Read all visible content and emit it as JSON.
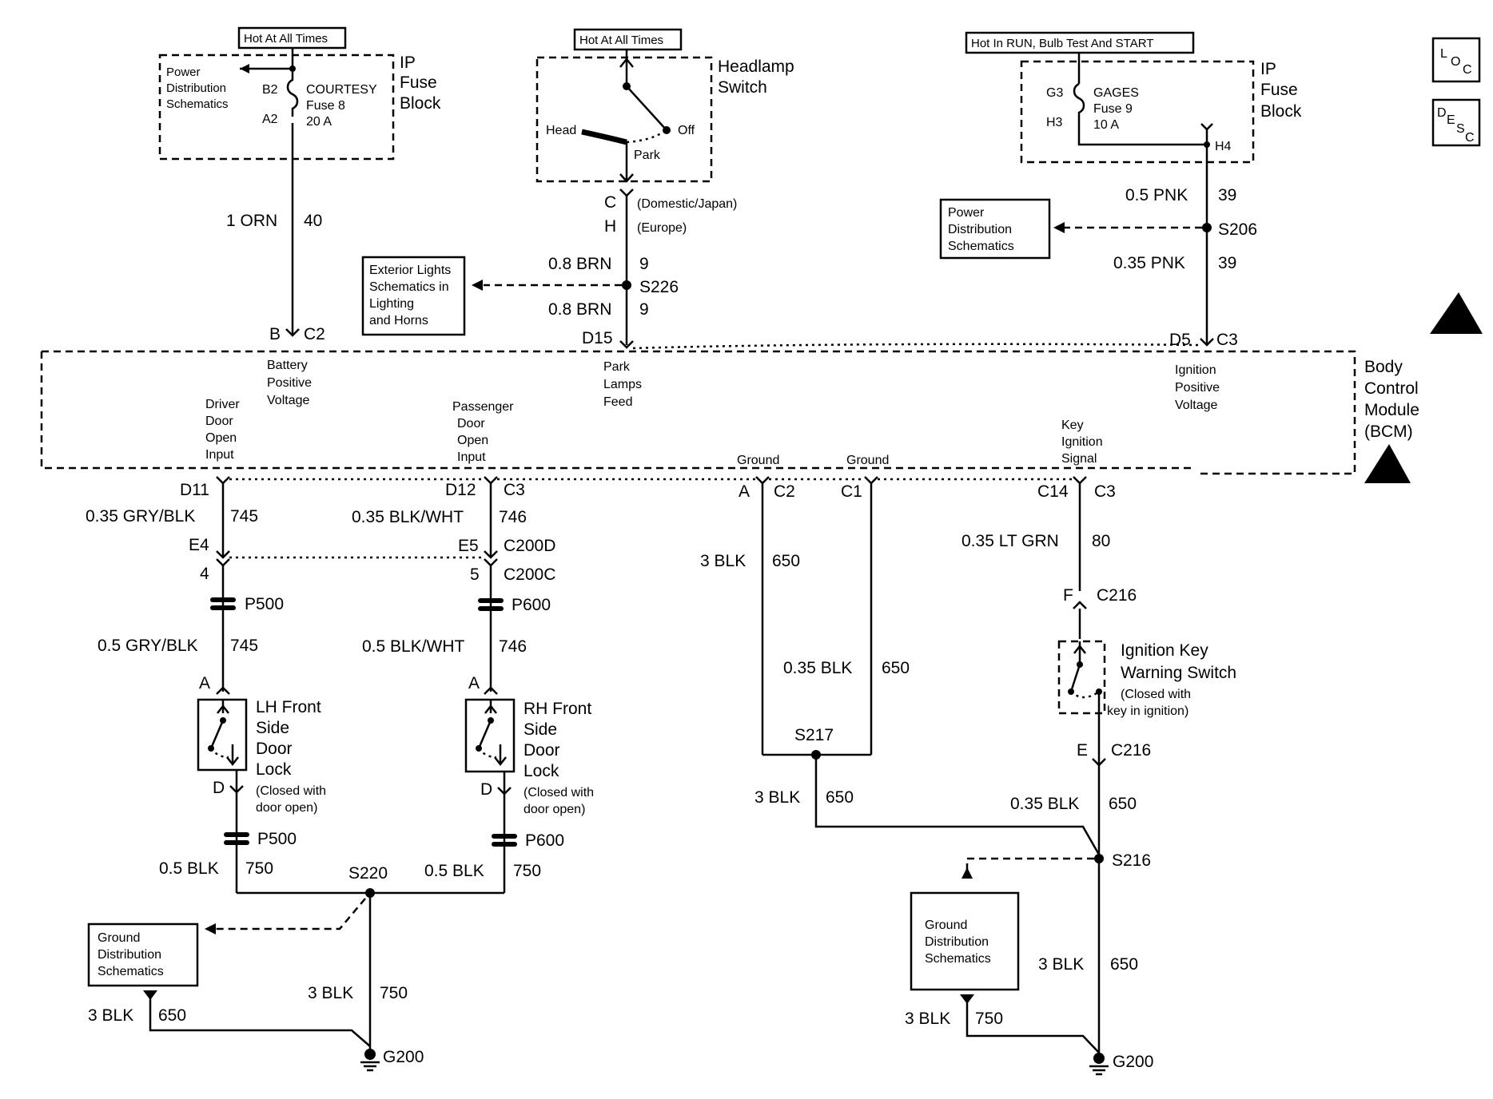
{
  "hot_labels": {
    "courtesy": "Hot At All Times",
    "headlamp": "Hot At All Times",
    "gages": "Hot In RUN, Bulb Test And START"
  },
  "ip_fuse_block": {
    "line1": "IP",
    "line2": "Fuse",
    "line3": "Block"
  },
  "courtesy_fuse": {
    "upper_pin": "B2",
    "lower_pin": "A2",
    "name": "COURTESY",
    "fuse": "Fuse 8",
    "rating": "20 A"
  },
  "gages_fuse": {
    "upper_pin": "G3",
    "lower_pin": "H3",
    "name": "GAGES",
    "fuse": "Fuse 9",
    "rating": "10 A",
    "out_pin": "H4"
  },
  "power_distribution": {
    "line1": "Power",
    "line2": "Distribution",
    "line3": "Schematics"
  },
  "headlamp_switch": {
    "line1": "Headlamp",
    "line2": "Switch",
    "head": "Head",
    "off": "Off",
    "park": "Park"
  },
  "headlamp_conn": {
    "c": "C",
    "c_note": "(Domestic/Japan)",
    "h": "H",
    "h_note": "(Europe)"
  },
  "exterior_ref": {
    "line1": "Exterior Lights",
    "line2": "Schematics in",
    "line3": "Lighting",
    "line4": "and Horns"
  },
  "wires": {
    "orn": "1 ORN",
    "orn_circuit": "40",
    "brn_upper": "0.8 BRN",
    "brn_upper_circuit": "9",
    "splice_s226": "S226",
    "brn_lower": "0.8 BRN",
    "brn_lower_circuit": "9",
    "pnk_upper": "0.5 PNK",
    "pnk_upper_circuit": "39",
    "splice_s206": "S206",
    "pnk_lower": "0.35 PNK",
    "pnk_lower_circuit": "39",
    "gry_upper": "0.35 GRY/BLK",
    "gry_upper_circuit": "745",
    "wht_upper": "0.35 BLK/WHT",
    "wht_upper_circuit": "746",
    "gry_lower": "0.5 GRY/BLK",
    "gry_lower_circuit": "745",
    "wht_lower": "0.5 BLK/WHT",
    "wht_lower_circuit": "746",
    "blk_ground_a": "3 BLK",
    "blk_ground_a_circuit": "650",
    "blk_ground_c1": "0.35 BLK",
    "blk_ground_c1_circuit": "650",
    "splice_s217": "S217",
    "blk_s217": "3 BLK",
    "blk_s217_circuit": "650",
    "grn": "0.35 LT GRN",
    "grn_circuit": "80",
    "blk_ign": "0.35 BLK",
    "blk_ign_circuit": "650",
    "splice_s216": "S216",
    "blk_s216": "3 BLK",
    "blk_s216_circuit": "650",
    "blk_lh": "0.5 BLK",
    "blk_lh_circuit": "750",
    "blk_rh": "0.5 BLK",
    "blk_rh_circuit": "750",
    "splice_s220": "S220",
    "blk_s220": "3 BLK",
    "blk_s220_circuit": "750",
    "blk_left_gnd": "3 BLK",
    "blk_left_gnd_circuit": "650",
    "blk_right_gnd": "3 BLK",
    "blk_right_gnd_circuit": "750"
  },
  "bcm": {
    "line1": "Body",
    "line2": "Control",
    "line3": "Module",
    "line4": "(BCM)",
    "b_pin": "B",
    "b_conn": "C2",
    "d15": "D15",
    "d5": "D5",
    "d5_conn": "C3",
    "batt1": "Battery",
    "batt2": "Positive",
    "batt3": "Voltage",
    "park1": "Park",
    "park2": "Lamps",
    "park3": "Feed",
    "ign1": "Ignition",
    "ign2": "Positive",
    "ign3": "Voltage",
    "drv1": "Driver",
    "drv2": "Door",
    "drv3": "Open",
    "drv4": "Input",
    "pas1": "Passenger",
    "pas2": "Door",
    "pas3": "Open",
    "pas4": "Input",
    "gnd1": "Ground",
    "gnd2": "Ground",
    "key1": "Key",
    "key2": "Ignition",
    "key3": "Signal",
    "d11": "D11",
    "d12": "D12",
    "d12_conn": "C3",
    "a_pin": "A",
    "a_conn": "C2",
    "c1": "C1",
    "c14": "C14",
    "c14_conn": "C3"
  },
  "connectors": {
    "e4": "E4",
    "e5": "E5",
    "c200d": "C200D",
    "pin4": "4",
    "pin5": "5",
    "c200c": "C200C",
    "p500": "P500",
    "p600": "P600",
    "lh_a": "A",
    "rh_a": "A",
    "lh_d": "D",
    "rh_d": "D",
    "p500b": "P500",
    "p600b": "P600",
    "f": "F",
    "c216": "C216",
    "e": "E",
    "c216b": "C216"
  },
  "lh_lock": {
    "line1": "LH Front",
    "line2": "Side",
    "line3": "Door",
    "line4": "Lock",
    "note1": "(Closed with",
    "note2": "door open)"
  },
  "rh_lock": {
    "line1": "RH Front",
    "line2": "Side",
    "line3": "Door",
    "line4": "Lock",
    "note1": "(Closed with",
    "note2": "door open)"
  },
  "ign_switch": {
    "line1": "Ignition Key",
    "line2": "Warning Switch",
    "note1": "(Closed with",
    "note2": "key in ignition)"
  },
  "ground_ref": {
    "line1": "Ground",
    "line2": "Distribution",
    "line3": "Schematics"
  },
  "grounds": {
    "left": "G200",
    "right": "G200"
  },
  "side_icons": {
    "loc": "LOC",
    "desc": "DESC"
  }
}
